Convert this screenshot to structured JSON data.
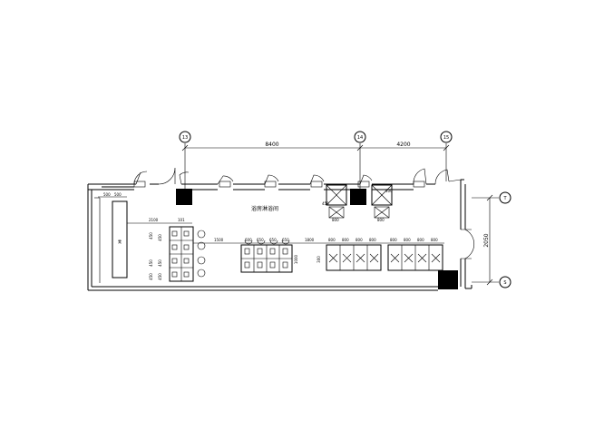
{
  "grid": {
    "top": [
      {
        "label": "13"
      },
      {
        "label": "14"
      },
      {
        "label": "15"
      }
    ],
    "right": [
      {
        "label": "T"
      },
      {
        "label": "S"
      }
    ],
    "spans_top": [
      "8400",
      "4200"
    ],
    "span_right": "2050"
  },
  "room": {
    "title": "浴房淋浴间"
  },
  "dims": {
    "d_500a": "500",
    "d_500b": "500",
    "d_2100": "2100",
    "d_101": "101",
    "d_450_row": [
      "450",
      "450",
      "450"
    ],
    "d_450_col": [
      "450",
      "450",
      "450"
    ],
    "d_1500": "1500",
    "d_1000": "1000",
    "d_1800": "1800",
    "d_300": "300",
    "d_450c": "450",
    "d_800a": "800",
    "d_800b": "800",
    "d_400": "400",
    "small_top": [
      "600",
      "650",
      "650",
      "650"
    ],
    "right_row": [
      "800",
      "800",
      "800",
      "800",
      "800",
      "800",
      "800",
      "800"
    ]
  },
  "labels": {
    "long_bench": "凳"
  }
}
